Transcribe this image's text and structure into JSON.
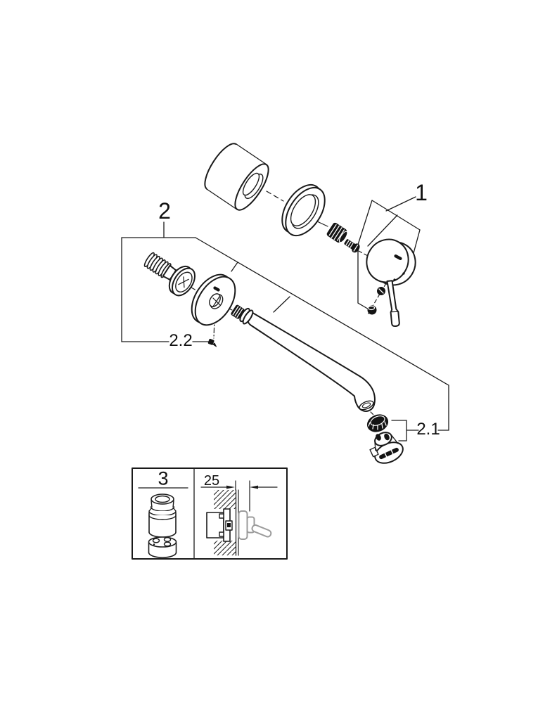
{
  "page": {
    "background": "#ffffff",
    "kind": "exploded-parts-diagram"
  },
  "colors": {
    "line": "#1a1a1a",
    "fill_dark": "#141414",
    "gray_part": "#9b9b9b",
    "background": "#ffffff"
  },
  "labels": {
    "part_1": "1",
    "part_2": "2",
    "part_2_1": "2.1",
    "part_2_2": "2.2",
    "part_3": "3",
    "dimension_mm": "25"
  },
  "parts": [
    "escutcheon-sleeve",
    "sealing-ring",
    "adapter-nut",
    "fixing-screw",
    "handle-knob",
    "handle-lever",
    "set-screws",
    "wall-union-thread",
    "spout-escutcheon",
    "spout",
    "grub-screw-2-2",
    "mousseur-nut",
    "mousseur",
    "cartridge",
    "flow-disc",
    "wall-section-side-view"
  ]
}
